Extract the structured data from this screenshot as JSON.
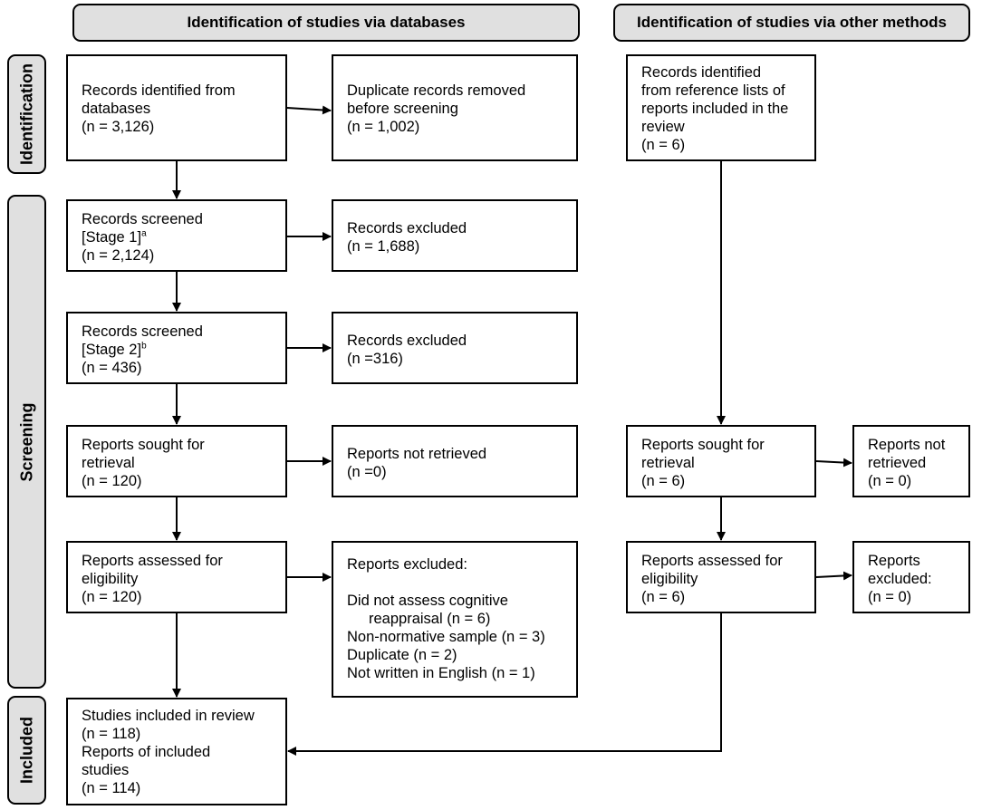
{
  "headers": {
    "databases": "Identification of studies via databases",
    "other": "Identification of studies via other methods"
  },
  "phases": {
    "identification": "Identification",
    "screening": "Screening",
    "included": "Included"
  },
  "db": {
    "identified": {
      "l1": "Records identified from",
      "l2": "databases",
      "l3": "(n = 3,126)"
    },
    "duplicates": {
      "l1": "Duplicate records removed",
      "l2": "before screening",
      "l3": "(n = 1,002)"
    },
    "screened1": {
      "l1": "Records screened",
      "l2": "[Stage 1]",
      "sup": "a",
      "l3": "(n = 2,124)"
    },
    "excluded1": {
      "l1": "Records excluded",
      "l2": "(n = 1,688)"
    },
    "screened2": {
      "l1": "Records screened",
      "l2": "[Stage 2]",
      "sup": "b",
      "l3": "(n = 436)"
    },
    "excluded2": {
      "l1": "Records excluded",
      "l2": "(n =316)"
    },
    "sought": {
      "l1": "Reports sought for",
      "l2": "retrieval",
      "l3": "(n = 120)"
    },
    "not_retrieved": {
      "l1": "Reports not retrieved",
      "l2": "(n =0)"
    },
    "assessed": {
      "l1": "Reports assessed for",
      "l2": "eligibility",
      "l3": "(n = 120)"
    },
    "reports_excluded": {
      "title": "Reports excluded:",
      "r1a": "Did not assess cognitive",
      "r1b": "reappraisal (n = 6)",
      "r2": "Non-normative sample (n = 3)",
      "r3": "Duplicate (n = 2)",
      "r4": "Not written in English (n = 1)"
    },
    "included": {
      "l1": "Studies included in review",
      "l2": "(n = 118)",
      "l3": "Reports of included",
      "l4": "studies",
      "l5": "(n = 114)"
    }
  },
  "other": {
    "identified": {
      "l1": "Records identified",
      "l2": "from reference lists of",
      "l3": "reports included in the",
      "l4": "review",
      "l5": "(n = 6)"
    },
    "sought": {
      "l1": "Reports sought for",
      "l2": "retrieval",
      "l3": "(n = 6)"
    },
    "not_retrieved": {
      "l1": "Reports not",
      "l2": "retrieved",
      "l3": "(n = 0)"
    },
    "assessed": {
      "l1": "Reports assessed for",
      "l2": "eligibility",
      "l3": "(n = 6)"
    },
    "excluded": {
      "l1": "Reports",
      "l2": "excluded:",
      "l3": "(n = 0)"
    }
  }
}
